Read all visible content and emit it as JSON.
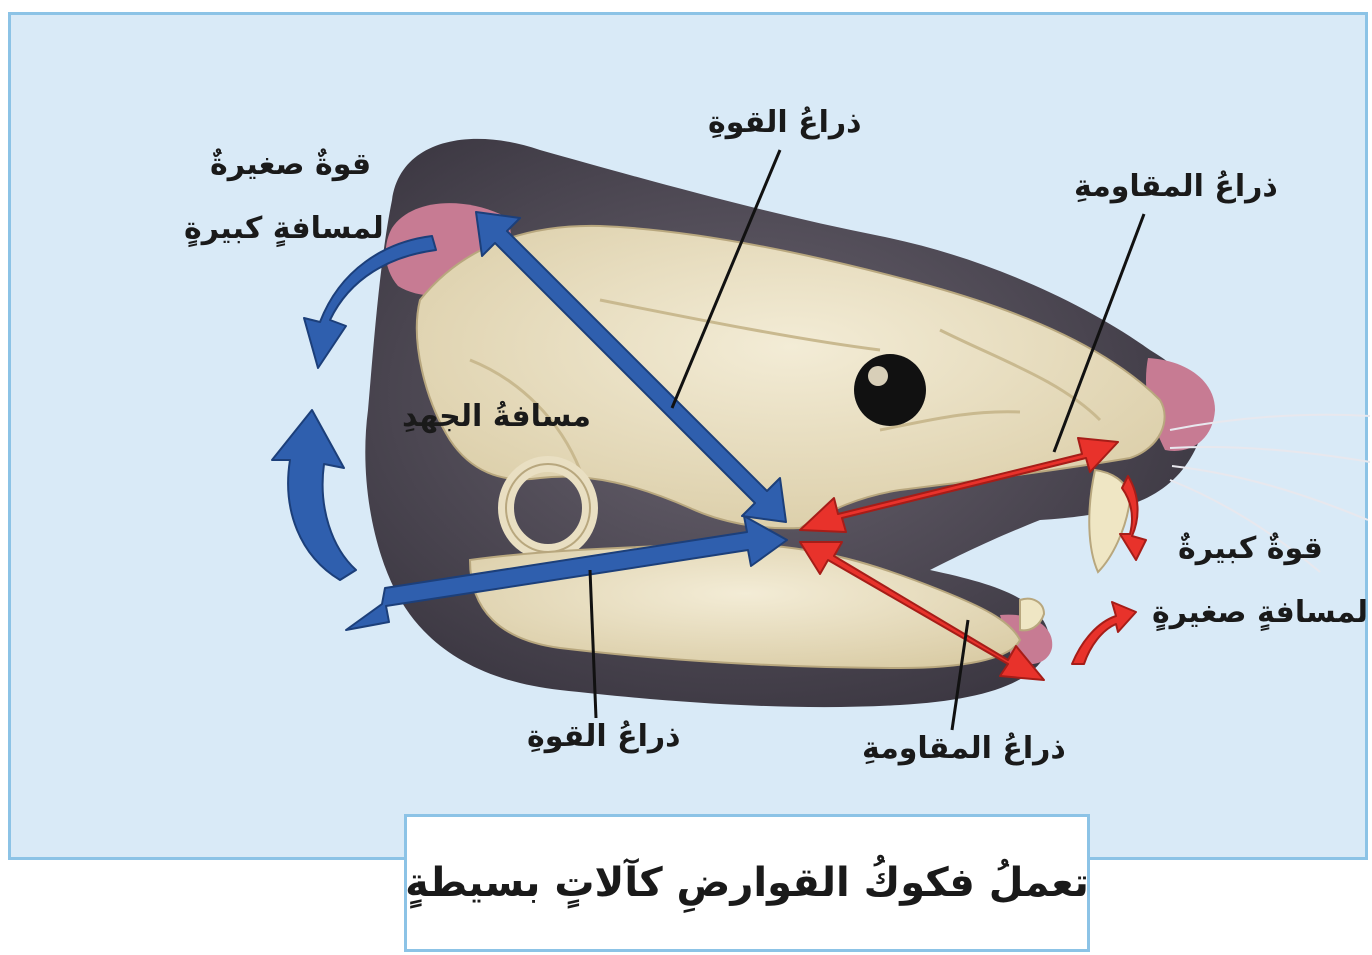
{
  "labels": {
    "power_arm_top": "ذراعُ القوةِ",
    "resistance_arm_top": "ذراعُ المقاومةِ",
    "small_force": "قوةٌ صغيرةٌ",
    "large_distance": "لمسافةٍ كبيرةٍ",
    "effort_distance": "مسافةُ الجهدِ",
    "large_force": "قوةٌ كبيرةٌ",
    "small_distance": "لمسافةٍ صغيرةٍ",
    "power_arm_bottom": "ذراعُ القوةِ",
    "resistance_arm_bottom": "ذراعُ المقاومةِ"
  },
  "caption": "تعملُ فكوكُ القوارضِ كآلاتٍ بسيطةٍ",
  "colors": {
    "panel_background": "#d9eaf7",
    "panel_border": "#8cc3e6",
    "effort_arrows": "#2f5fae",
    "resistance_arrows": "#e8322b",
    "skull": "#e9dfc2",
    "fur": "#4a4450",
    "ear_nose": "#c77b93"
  }
}
